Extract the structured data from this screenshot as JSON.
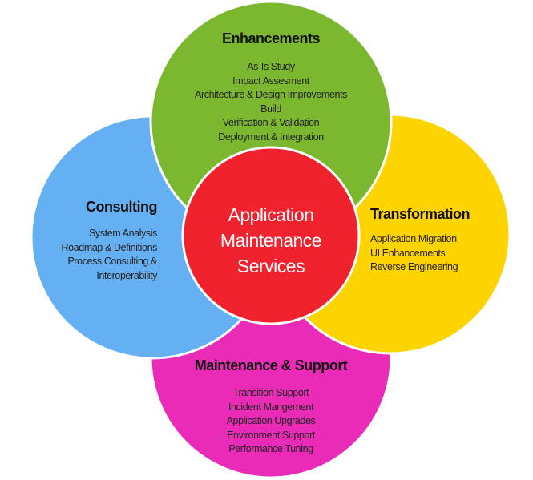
{
  "center": {
    "lines": [
      "Application",
      "Maintenance",
      "Services"
    ],
    "color": "#f0222e"
  },
  "enhancements": {
    "title": "Enhancements",
    "color": "#7cb82f",
    "items": [
      "As-Is Study",
      "Impact Assesment",
      "Architecture & Design Improvements",
      "Build",
      "Verification & Validation",
      "Deployment & Integration"
    ]
  },
  "consulting": {
    "title": "Consulting",
    "color": "#65aff3",
    "items": [
      "System Analysis",
      "Roadmap & Definitions",
      "Process Consulting &",
      "Interoperability"
    ]
  },
  "transformation": {
    "title": "Transformation",
    "color": "#fed400",
    "items": [
      "Application Migration",
      "UI Enhancements",
      "Reverse Engineering"
    ]
  },
  "maintenance": {
    "title": "Maintenance & Support",
    "color": "#ea2bb8",
    "items": [
      "Transition Support",
      "Incident Mangement",
      "Application Upgrades",
      "Environment Support",
      "Performance Tuning"
    ]
  }
}
